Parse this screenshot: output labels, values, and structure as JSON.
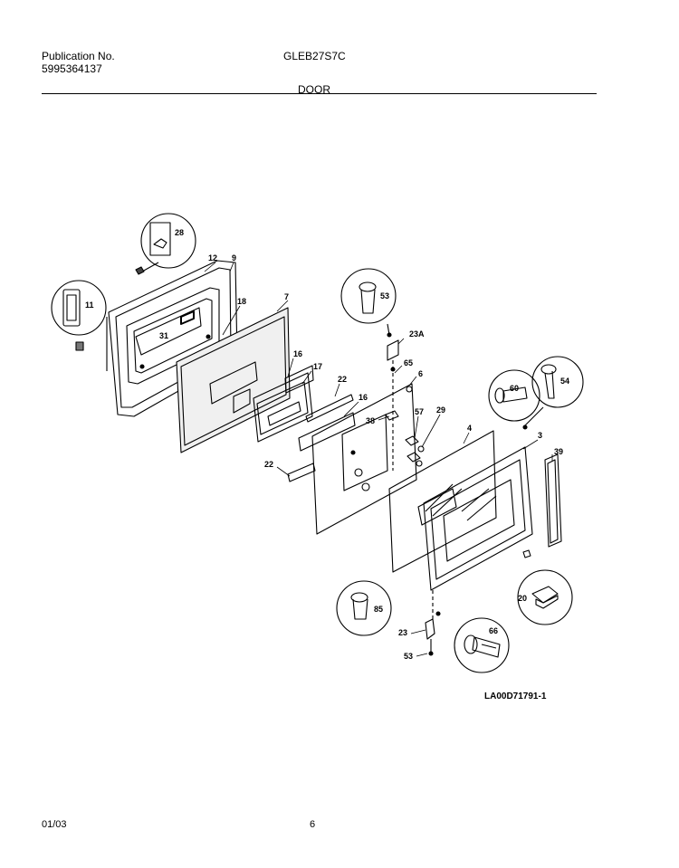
{
  "header": {
    "publication_label": "Publication No.",
    "publication_number": "5995364137",
    "model": "GLEB27S7C",
    "section": "DOOR"
  },
  "diagram": {
    "id_code": "LA00D71791-1",
    "callouts": [
      "28",
      "12",
      "9",
      "11",
      "18",
      "7",
      "31",
      "16",
      "17",
      "22",
      "16",
      "53",
      "23A",
      "65",
      "6",
      "60",
      "54",
      "38",
      "57",
      "29",
      "4",
      "3",
      "39",
      "22",
      "20",
      "85",
      "66",
      "23",
      "53"
    ]
  },
  "footer": {
    "date": "01/03",
    "page": "6"
  }
}
